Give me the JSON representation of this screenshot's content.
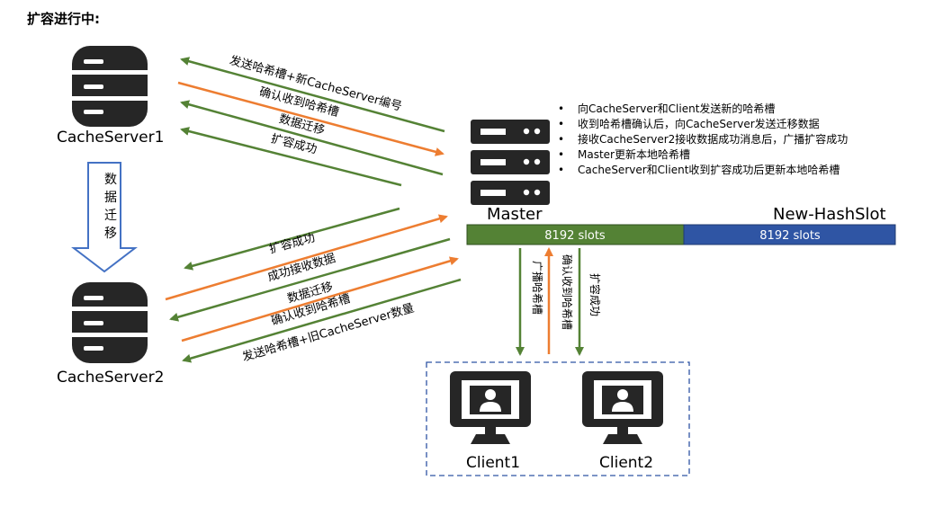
{
  "title": "扩容进行中:",
  "nodes": {
    "cacheserver1": "CacheServer1",
    "cacheserver2": "CacheServer2",
    "master": "Master",
    "client1": "Client1",
    "client2": "Client2"
  },
  "migration_label": [
    "数",
    "据",
    "迁",
    "移"
  ],
  "notes": [
    "向CacheServer和Client发送新的哈希槽",
    "收到哈希槽确认后，向CacheServer发送迁移数据",
    "接收CacheServer2接收数据成功消息后，广播扩容成功",
    "Master更新本地哈希槽",
    "CacheServer和Client收到扩容成功后更新本地哈希槽"
  ],
  "hashslot": {
    "title": "New-HashSlot",
    "left": "8192 slots",
    "right": "8192 slots"
  },
  "arrows_cs1": [
    "发送哈希槽+新CacheServer编号",
    "确认收到哈希槽",
    "数据迁移",
    "扩容成功"
  ],
  "arrows_cs2": [
    "扩容成功",
    "成功接收数据",
    "数据迁移",
    "确认收到哈希槽",
    "发送哈希槽+旧CacheServer数量"
  ],
  "client_arrows": [
    "广播哈希槽",
    "确认收到哈希槽",
    "扩容成功"
  ],
  "colors": {
    "green": "#548235",
    "orange": "#ED7D31",
    "blue": "#2F55A4",
    "dark": "#262626",
    "arrow_blue": "#4472C4"
  }
}
